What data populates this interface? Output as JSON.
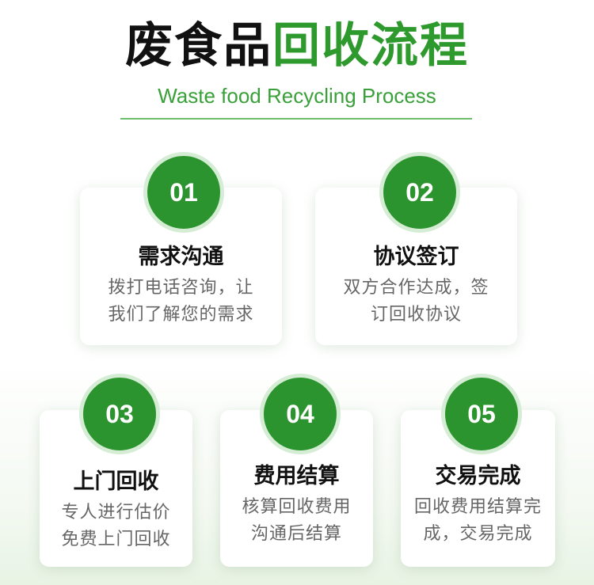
{
  "header": {
    "title_part1": "废食品",
    "title_part2": "回收流程",
    "subtitle": "Waste food Recycling Process"
  },
  "steps": [
    {
      "number": "01",
      "title": "需求沟通",
      "desc_line1": "拨打电话咨询，让",
      "desc_line2": "我们了解您的需求"
    },
    {
      "number": "02",
      "title": "协议签订",
      "desc_line1": "双方合作达成，签",
      "desc_line2": "订回收协议"
    },
    {
      "number": "03",
      "title": "上门回收",
      "desc_line1": "专人进行估价",
      "desc_line2": "免费上门回收"
    },
    {
      "number": "04",
      "title": "费用结算",
      "desc_line1": "核算回收费用",
      "desc_line2": "沟通后结算"
    },
    {
      "number": "05",
      "title": "交易完成",
      "desc_line1": "回收费用结算完",
      "desc_line2": "成，交易完成"
    }
  ],
  "colors": {
    "accent": "#2c942e",
    "title_green": "#2e9a2e",
    "badge_ring": "#d5ecd5"
  }
}
